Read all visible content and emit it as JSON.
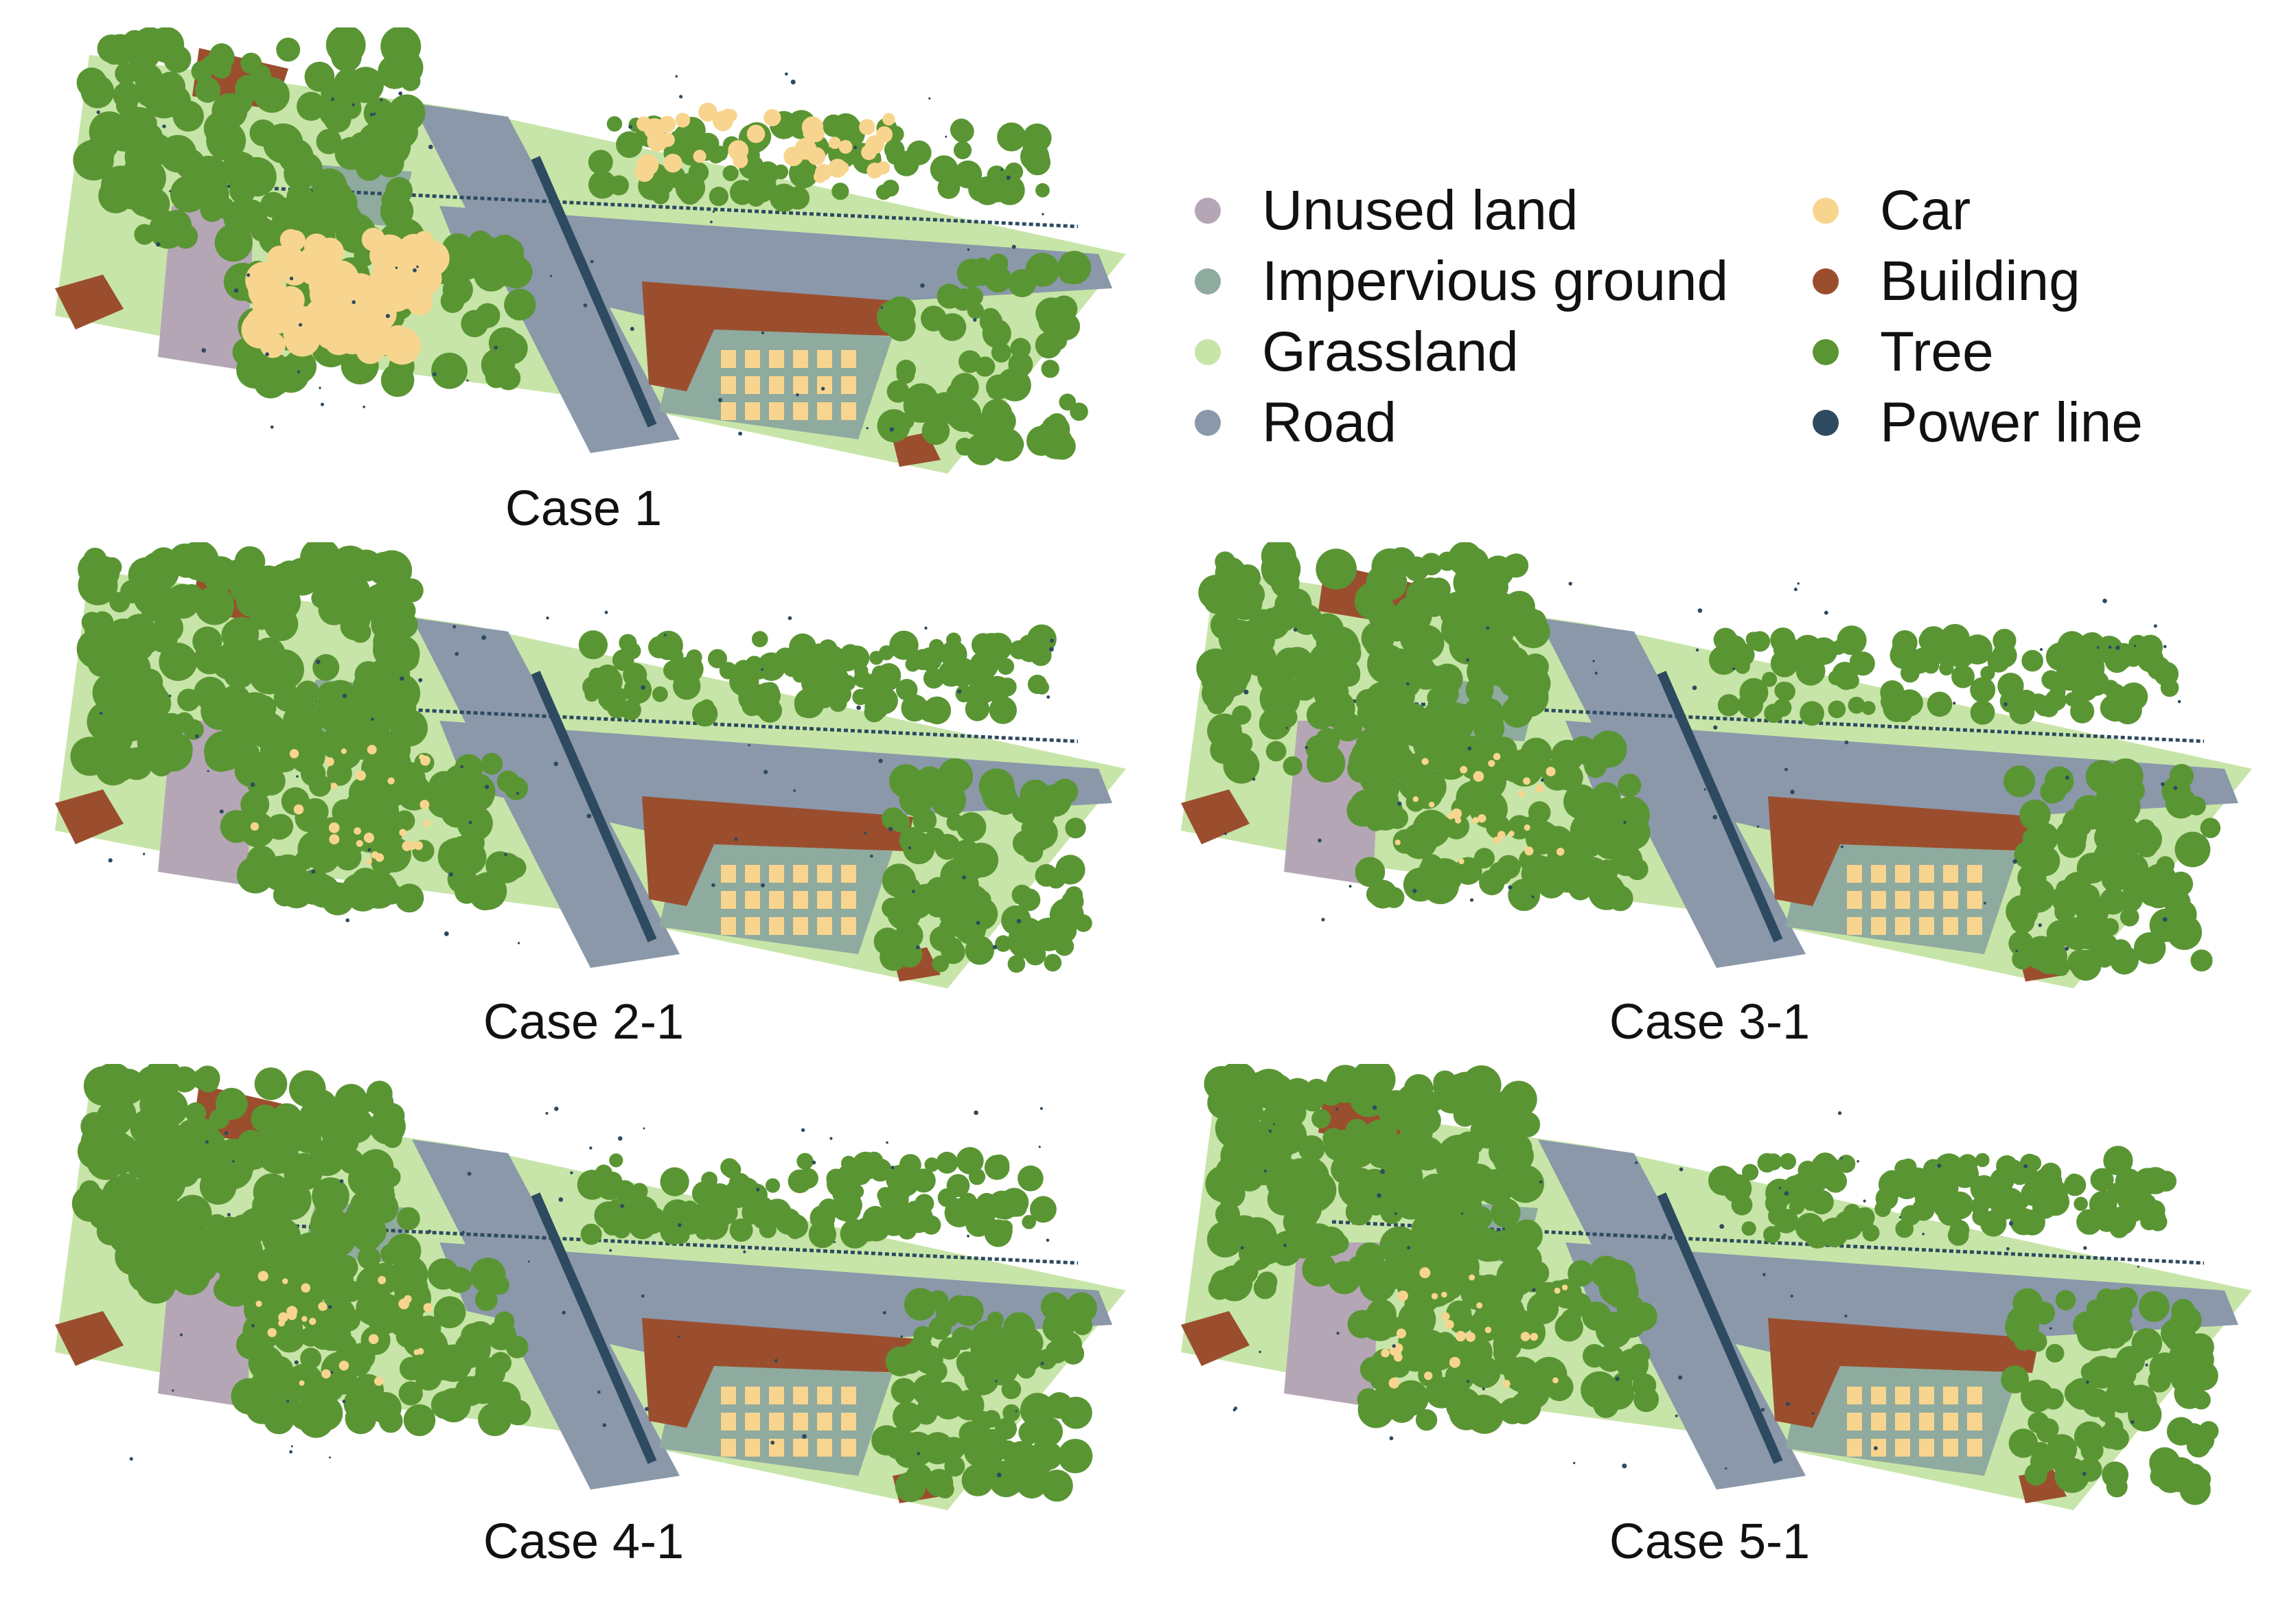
{
  "legend": {
    "col1": [
      {
        "label": "Unused land",
        "color": "#b5a6b6"
      },
      {
        "label": "Impervious ground",
        "color": "#8faa9e"
      },
      {
        "label": "Grassland",
        "color": "#c7e5a8"
      },
      {
        "label": "Road",
        "color": "#8a98aa"
      }
    ],
    "col2": [
      {
        "label": "Car",
        "color": "#f8d58e"
      },
      {
        "label": "Building",
        "color": "#9b4e2e"
      },
      {
        "label": "Tree",
        "color": "#5a9533"
      },
      {
        "label": "Power line",
        "color": "#2e4a60"
      }
    ]
  },
  "panels": [
    {
      "caption": "Case 1"
    },
    {
      "caption": "Case 2-1"
    },
    {
      "caption": "Case 3-1"
    },
    {
      "caption": "Case 4-1"
    },
    {
      "caption": "Case 5-1"
    }
  ],
  "colors": {
    "unused": "#b5a6b6",
    "impervious": "#8faa9e",
    "grass": "#c7e5a8",
    "road": "#8a98aa",
    "car": "#f8d58e",
    "building": "#9b4e2e",
    "tree": "#5a9533",
    "powerline": "#2e4a60"
  }
}
